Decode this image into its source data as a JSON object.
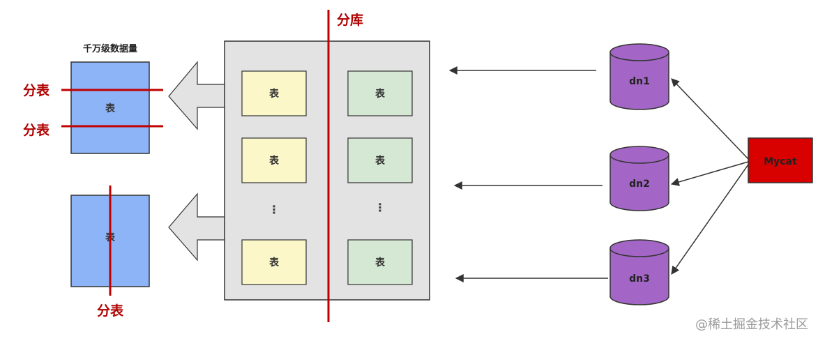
{
  "diagram": {
    "top_table_caption": "千万级数据量",
    "shard_db_label": "分库",
    "shard_table_label": "分表",
    "table_label": "表",
    "ellipsis": "⋮",
    "nodes": [
      "dn1",
      "dn2",
      "dn3"
    ],
    "router": "Mycat",
    "watermark": "@稀土掘金技术社区"
  },
  "colors": {
    "accent_red": "#c00000",
    "blue_table": "#8db4f6",
    "yellow_table": "#fbf7c8",
    "green_table": "#d5e8d4",
    "grey_panel": "#e3e3e3",
    "purple_node": "#a466c6",
    "mycat_red": "#d90000"
  }
}
